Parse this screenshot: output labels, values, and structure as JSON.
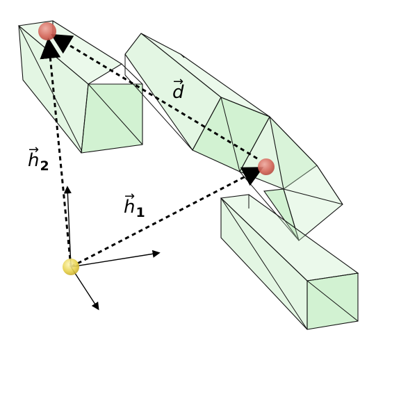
{
  "labels": {
    "d": {
      "symbol": "d",
      "subscript": ""
    },
    "h2": {
      "symbol": "h",
      "subscript": "2"
    },
    "h1": {
      "symbol": "h",
      "subscript": "1"
    }
  },
  "colors": {
    "box_fill": "#7ed67e",
    "origin_point": "#f0dd5a",
    "target_points": "#d96a5e",
    "stroke": "#000000"
  },
  "elements": {
    "origin_point": "origin-sphere",
    "target_point_upper": "upper-red-sphere",
    "target_point_middle": "middle-red-sphere"
  }
}
